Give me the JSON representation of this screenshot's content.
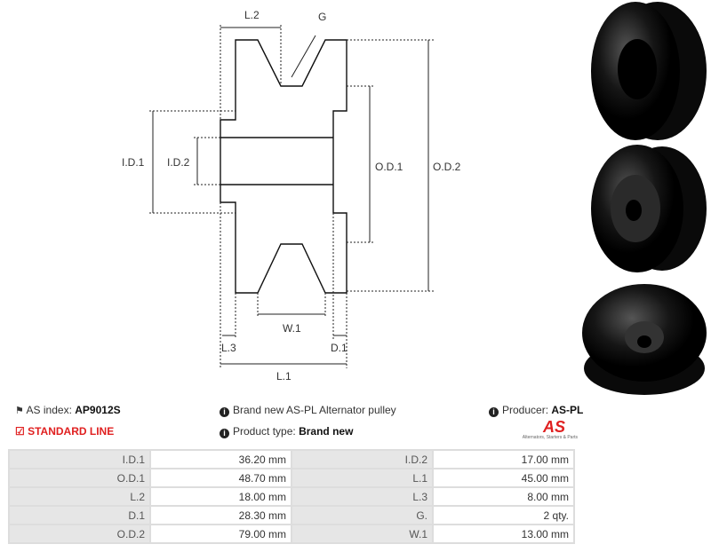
{
  "diagram": {
    "labels": {
      "l2": "L.2",
      "g": "G",
      "id1": "I.D.1",
      "id2": "I.D.2",
      "od1": "O.D.1",
      "od2": "O.D.2",
      "w1": "W.1",
      "l3": "L.3",
      "d1": "D.1",
      "l1": "L.1"
    }
  },
  "info": {
    "as_index_label": "AS index:",
    "as_index_value": "AP9012S",
    "line": "STANDARD LINE",
    "description": "Brand new AS-PL Alternator pulley",
    "product_type_label": "Product type:",
    "product_type_value": "Brand new",
    "producer_label": "Producer:",
    "producer_value": "AS-PL",
    "logo_text": "AS",
    "logo_tagline": "Alternators, Starters & Parts"
  },
  "colors": {
    "accent": "#e02020",
    "label_bg": "#e6e6e6",
    "border": "#dddddd"
  },
  "specs": [
    {
      "l1": "I.D.1",
      "v1": "36.20 mm",
      "l2": "I.D.2",
      "v2": "17.00 mm"
    },
    {
      "l1": "O.D.1",
      "v1": "48.70 mm",
      "l2": "L.1",
      "v2": "45.00 mm"
    },
    {
      "l1": "L.2",
      "v1": "18.00 mm",
      "l2": "L.3",
      "v2": "8.00  mm"
    },
    {
      "l1": "D.1",
      "v1": "28.30 mm",
      "l2": "G.",
      "v2": "2 qty."
    },
    {
      "l1": "O.D.2",
      "v1": "79.00 mm",
      "l2": "W.1",
      "v2": "13.00 mm"
    }
  ]
}
